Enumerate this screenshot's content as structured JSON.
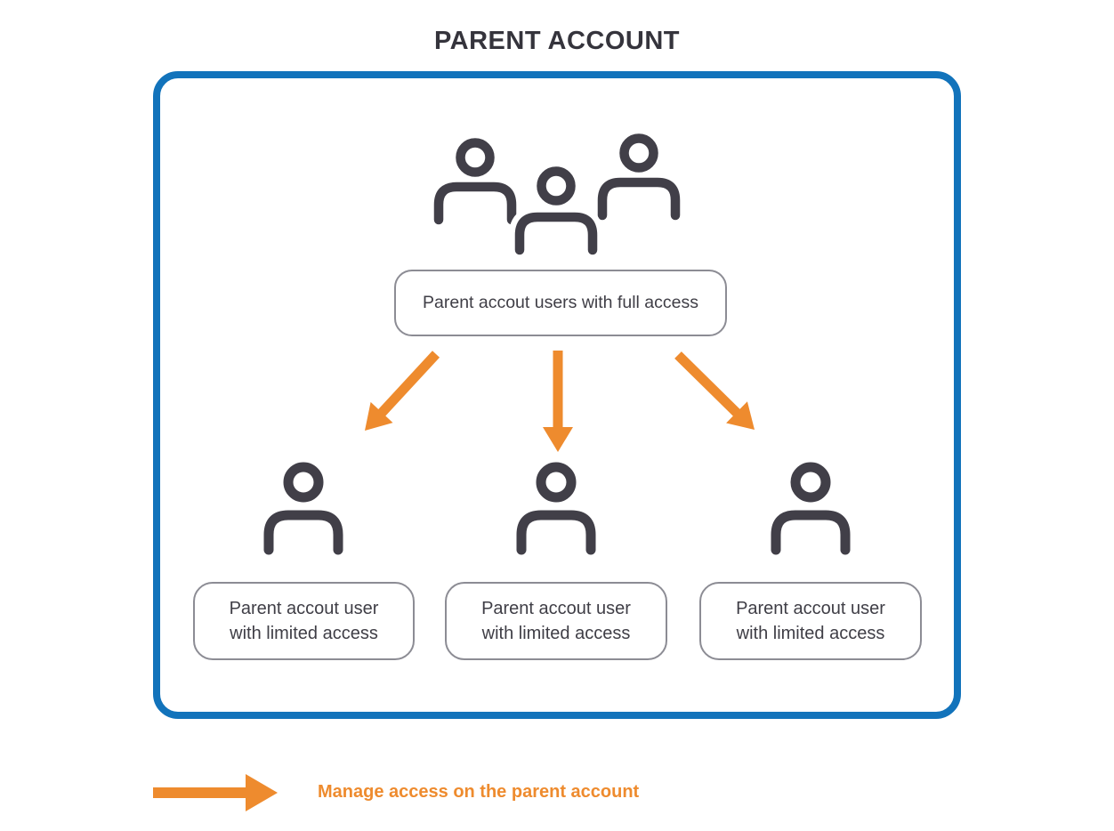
{
  "title": "PARENT ACCOUNT",
  "colors": {
    "background": "#FFFFFF",
    "border_blue": "#1273BB",
    "arrow_orange": "#EE8B2E",
    "icon_dark": "#413F48",
    "label_border_gray": "#8C8C94",
    "label_text": "#3F3E46"
  },
  "top_group": {
    "icon": "users-group-icon",
    "label": "Parent accout users with full access"
  },
  "children": [
    {
      "icon": "user-icon",
      "label_line1": "Parent accout user",
      "label_line2": "with limited access"
    },
    {
      "icon": "user-icon",
      "label_line1": "Parent accout user",
      "label_line2": "with limited access"
    },
    {
      "icon": "user-icon",
      "label_line1": "Parent accout user",
      "label_line2": "with limited access"
    }
  ],
  "legend": {
    "icon": "right-arrow-icon",
    "label": "Manage access on the parent account"
  }
}
